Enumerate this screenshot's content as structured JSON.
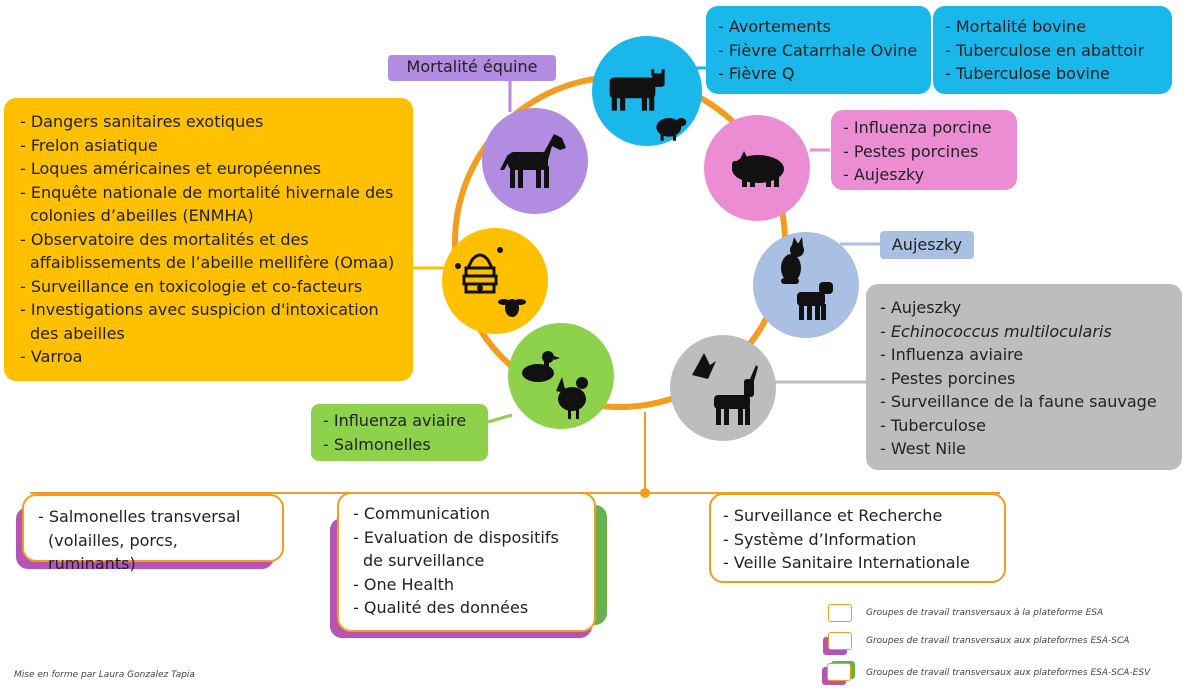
{
  "colors": {
    "ring": "#f39c1f",
    "bovine": "#1ab7ea",
    "equine": "#b18ce0",
    "porcine": "#ec8dd4",
    "carnivores": "#a9c0e3",
    "wildlife": "#bdbdbd",
    "avian": "#8ed14a",
    "apiculture": "#ffc000",
    "esa_sca": "#b455b6",
    "esv": "#6ab04c"
  },
  "labels": {
    "equine": "Mortalité équine",
    "carnivores": "Aujeszky"
  },
  "boxes": {
    "bovine_left": [
      "Avortements",
      "Fièvre Catarrhale Ovine",
      "Fièvre Q"
    ],
    "bovine_right": [
      "Mortalité bovine",
      "Tuberculose en abattoir",
      "Tuberculose bovine"
    ],
    "porcine": [
      "Influenza porcine",
      "Pestes porcines",
      "Aujeszky"
    ],
    "apiculture": [
      "Dangers sanitaires exotiques",
      "Frelon asiatique",
      "Loques américaines et européennes",
      "Enquête nationale de mortalité hivernale des colonies d’abeilles (ENMHA)",
      "Observatoire des mortalités et des affaiblissements de l’abeille mellifère (Omaa)",
      "Surveillance en toxicologie et co-facteurs",
      "Investigations avec suspicion d'intoxication des abeilles",
      "Varroa"
    ],
    "wildlife": [
      "Aujeszky",
      "Echinococcus multilocularis",
      "Influenza aviaire",
      "Pestes porcines",
      "Surveillance de la faune sauvage",
      "Tuberculose",
      "West Nile"
    ],
    "avian": [
      "Influenza aviaire",
      "Salmonelles"
    ]
  },
  "transversal": {
    "salmonelles": "Salmonelles transversal (volailles, porcs, ruminants)",
    "esv_group": [
      "Communication",
      "Evaluation de dispositifs de surveillance",
      "One Health",
      "Qualité des données"
    ],
    "esa_group": [
      "Surveillance et Recherche",
      "Système d’Information",
      "Veille Sanitaire Internationale"
    ]
  },
  "legend": [
    "Groupes de travail transversaux à la plateforme ESA",
    "Groupes de travail transversaux aux plateformes ESA-SCA",
    "Groupes de travail transversaux aux plateformes ESA-SCA-ESV"
  ],
  "icons": {
    "bovine": "cow-sheep-icon",
    "equine": "horse-icon",
    "porcine": "pig-icon",
    "carnivores": "cat-dog-icon",
    "wildlife": "bird-goat-icon",
    "avian": "duck-rooster-icon",
    "apiculture": "beehive-bee-icon"
  },
  "credit": "Mise en forme par Laura Gonzalez Tapia"
}
